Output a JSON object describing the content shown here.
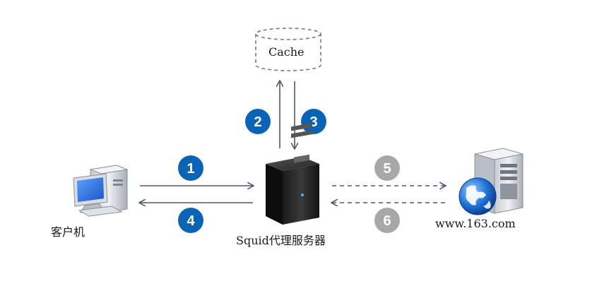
{
  "cache": {
    "label": "Cache"
  },
  "client": {
    "label": "客户机"
  },
  "proxy": {
    "label": "Squid代理服务器"
  },
  "server": {
    "label": "www.163.com"
  },
  "steps": [
    {
      "num": "1",
      "color": "#0b63b5"
    },
    {
      "num": "2",
      "color": "#0b63b5"
    },
    {
      "num": "3",
      "color": "#0b63b5"
    },
    {
      "num": "4",
      "color": "#0b63b5"
    },
    {
      "num": "5",
      "color": "#a8a8a8"
    },
    {
      "num": "6",
      "color": "#a8a8a8"
    }
  ],
  "colors": {
    "arrow": "#4a5a6e",
    "cache_border": "#7a7a7a"
  },
  "icons": {
    "client": "desktop-computer-icon",
    "proxy": "tower-server-icon",
    "server": "web-server-globe-icon"
  }
}
